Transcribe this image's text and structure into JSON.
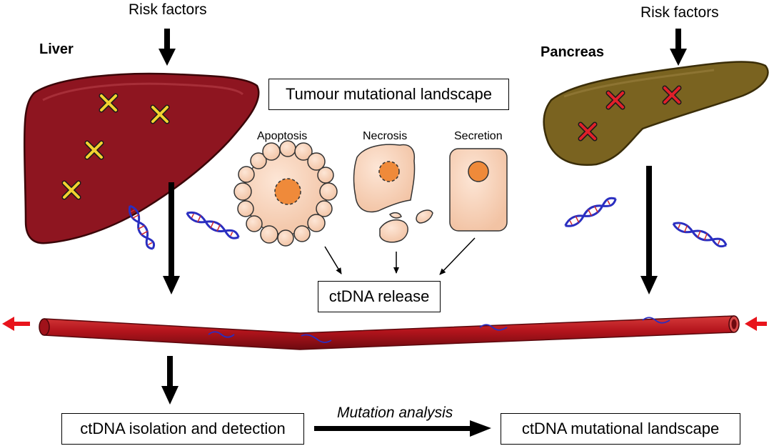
{
  "organs": {
    "liver": {
      "label": "Liver",
      "color": "#8e1520",
      "marker_color": "#f2d230"
    },
    "pancreas": {
      "label": "Pancreas",
      "color": "#7a6320",
      "marker_color": "#e0202a"
    }
  },
  "risk_factors_left": "Risk factors",
  "risk_factors_right": "Risk factors",
  "tumour_box": "Tumour mutational landscape",
  "release_modes": {
    "apoptosis": "Apoptosis",
    "necrosis": "Necrosis",
    "secretion": "Secretion"
  },
  "ctdna_release": "ctDNA release",
  "isolation_box": "ctDNA isolation and detection",
  "mutation_analysis": "Mutation analysis",
  "mutational_landscape_box": "ctDNA mutational landscape",
  "colors": {
    "vessel": "#b0141c",
    "cell": "#f9d2b8",
    "nucleus": "#ef8a3a",
    "dna": "#2a2ec0",
    "flow_arrow": "#e8141c"
  }
}
